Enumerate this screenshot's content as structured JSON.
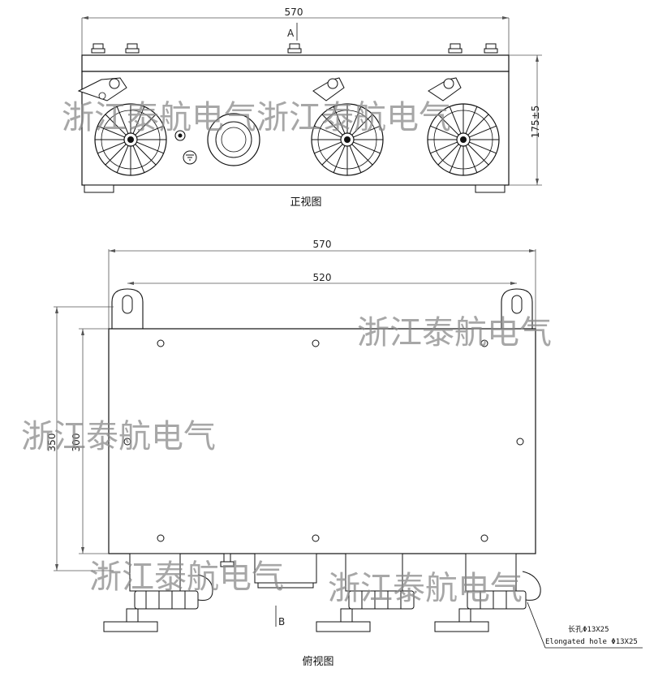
{
  "front_view": {
    "caption": "正视图",
    "width_dim": "570",
    "height_dim": "175±5",
    "section_mark": "A"
  },
  "top_view": {
    "caption": "俯视图",
    "width_dim": "570",
    "hole_spacing_dim": "520",
    "depth_outer_dim": "350",
    "depth_inner_dim": "300",
    "section_mark": "B",
    "note_cn": "长孔Φ13X25",
    "note_en": "Elongated hole Φ13X25"
  },
  "watermark": {
    "text_1": "浙江泰航电气浙江泰航电气",
    "text_2": "浙江泰航电气",
    "text_3": "浙江泰航电气",
    "text_4": "浙江泰航电气",
    "text_5": "浙江泰航电气",
    "color": "#8a8a8a"
  },
  "colors": {
    "line": "#111111",
    "dim_line": "#555555"
  }
}
